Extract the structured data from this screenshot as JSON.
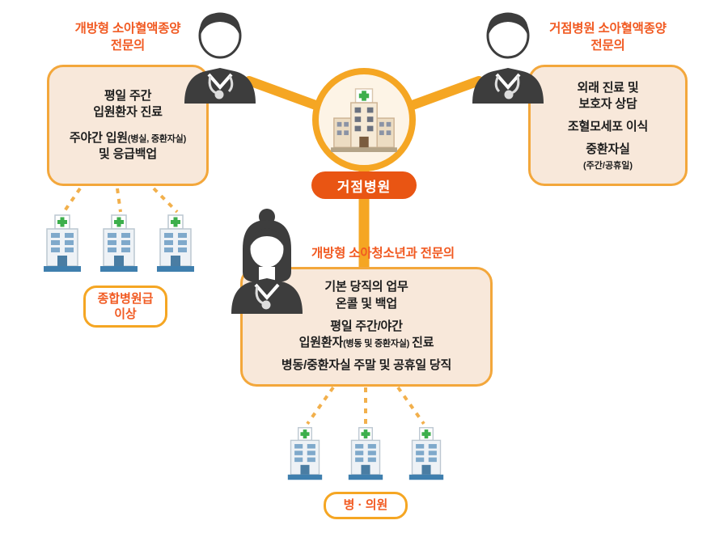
{
  "hub": {
    "badge": "거점병원"
  },
  "specialists": {
    "top_left": {
      "title1": "개방형 소아혈액종양",
      "title2": "전문의",
      "duty1a": "평일 주간",
      "duty1b": "입원환자 진료",
      "duty2_main": "주야간 입원",
      "duty2_note": "(병실, 중환자실)",
      "duty2_end": "및 응급백업"
    },
    "top_right": {
      "title1": "거점병원 소아혈액종양",
      "title2": "전문의",
      "duty1a": "외래 진료 및",
      "duty1b": "보호자 상담",
      "duty2": "조혈모세포 이식",
      "duty3": "중환자실",
      "duty3_note": "(주간/공휴일)"
    },
    "bottom": {
      "title": "개방형 소아청소년과 전문의",
      "duty1a": "기본 당직의 업무",
      "duty1b": "온콜 및 백업",
      "duty2a": "평일 주간/야간",
      "duty2b_main": "입원환자",
      "duty2b_note": "(병동 및 중환자실)",
      "duty2b_end": "진료",
      "duty3": "병동/중환자실 주말 및 공휴일 당직"
    }
  },
  "partners": {
    "left_label1": "종합병원급",
    "left_label2": "이상",
    "bottom_label": "병 · 의원"
  },
  "colors": {
    "accent_orange": "#F5A623",
    "title_orange_red": "#F15A22",
    "box_background": "#F8E8DA",
    "box_border": "#F3A73B",
    "hub_badge_background": "#E95513",
    "cross_green": "#3DAF4C"
  }
}
